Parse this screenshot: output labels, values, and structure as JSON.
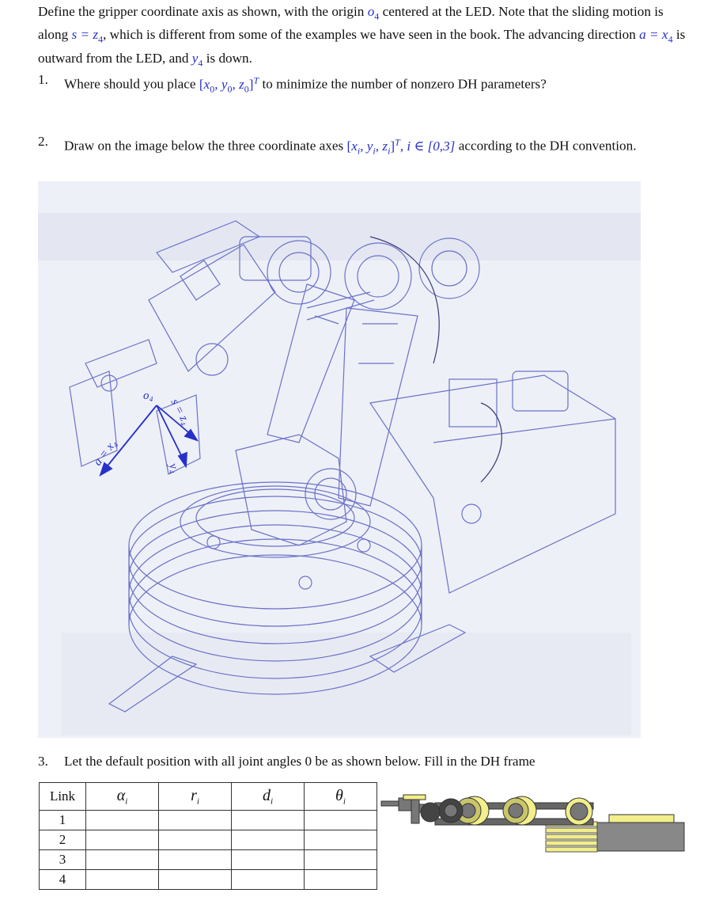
{
  "intro": {
    "t1": "Define the gripper coordinate axis as shown, with the origin ",
    "o4": "o",
    "o4sub": "4",
    "t2": " centered at the LED.  Note that the sliding motion is along ",
    "s_eq_z4": "s = z",
    "s_sub": "4",
    "t3": ", which is different from some of the examples we have seen in the book. The advancing direction ",
    "a_eq_x4": "a = x",
    "a_sub": "4",
    "t4": " is outward from the LED, and ",
    "y4": "y",
    "y4sub": "4",
    "t5": " is down."
  },
  "q1": {
    "num": "1.",
    "pre": "Where should you place ",
    "vec": "[x",
    "vec_sub0": "0",
    "vec_mid1": ", y",
    "vec_sub1": "0",
    "vec_mid2": ", z",
    "vec_sub2": "0",
    "vec_close": "]",
    "vec_sup": "T",
    "post": " to minimize the number of nonzero DH parameters?"
  },
  "q2": {
    "num": "2.",
    "pre": "Draw on the image below the three coordinate axes ",
    "vec": "[x",
    "vec_sub0": "i",
    "vec_mid1": ", y",
    "vec_sub1": "i",
    "vec_mid2": ", z",
    "vec_sub2": "i",
    "vec_close": "]",
    "vec_sup": "T",
    "range": ", i ∈ [0,3]",
    "post": " according to the DH convention."
  },
  "figure": {
    "o4_label": "o₄",
    "s_label": "s = z₄",
    "a_label": "a = x₄",
    "y_label": "y₄"
  },
  "q3": {
    "num": "3.",
    "text": "Let the default position with all joint angles 0 be as shown below.  Fill in the DH frame"
  },
  "dh_table": {
    "headers": [
      "Link",
      "α",
      "r",
      "d",
      "θ"
    ],
    "header_sub": "i",
    "rows": [
      "1",
      "2",
      "3",
      "4"
    ]
  },
  "colors": {
    "annotation": "#2730c8",
    "drawing_line": "#5b63c4",
    "drawing_bg": "#eef0f7",
    "gripper_yellow": "#f2ee8a",
    "gripper_gray": "#8a8a8a"
  }
}
